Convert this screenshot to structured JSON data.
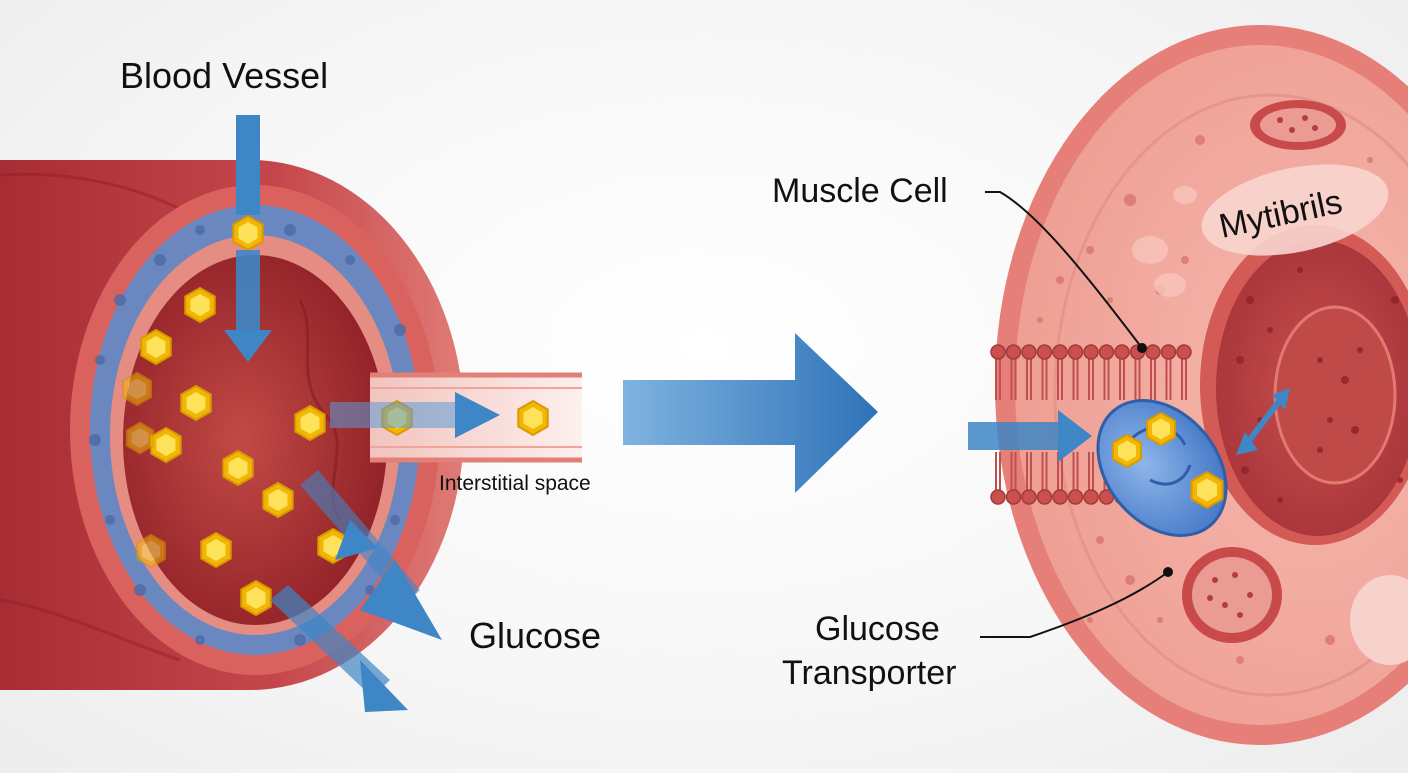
{
  "labels": {
    "blood_vessel": "Blood Vessel",
    "interstitial_space": "Interstitial space",
    "glucose": "Glucose",
    "muscle_cell": "Muscle Cell",
    "myofibrils": "Mytibrils",
    "transporter_line1": "Glucose",
    "transporter_line2": "Transporter"
  },
  "colors": {
    "vessel_red": "#b8333a",
    "vessel_wall_blue": "#6a88bf",
    "cell_pink": "#f3aea4",
    "arrow_blue": "#3e86c6",
    "glucose_yellow": "#f5c518",
    "transporter_blue": "#5a8ed6"
  }
}
